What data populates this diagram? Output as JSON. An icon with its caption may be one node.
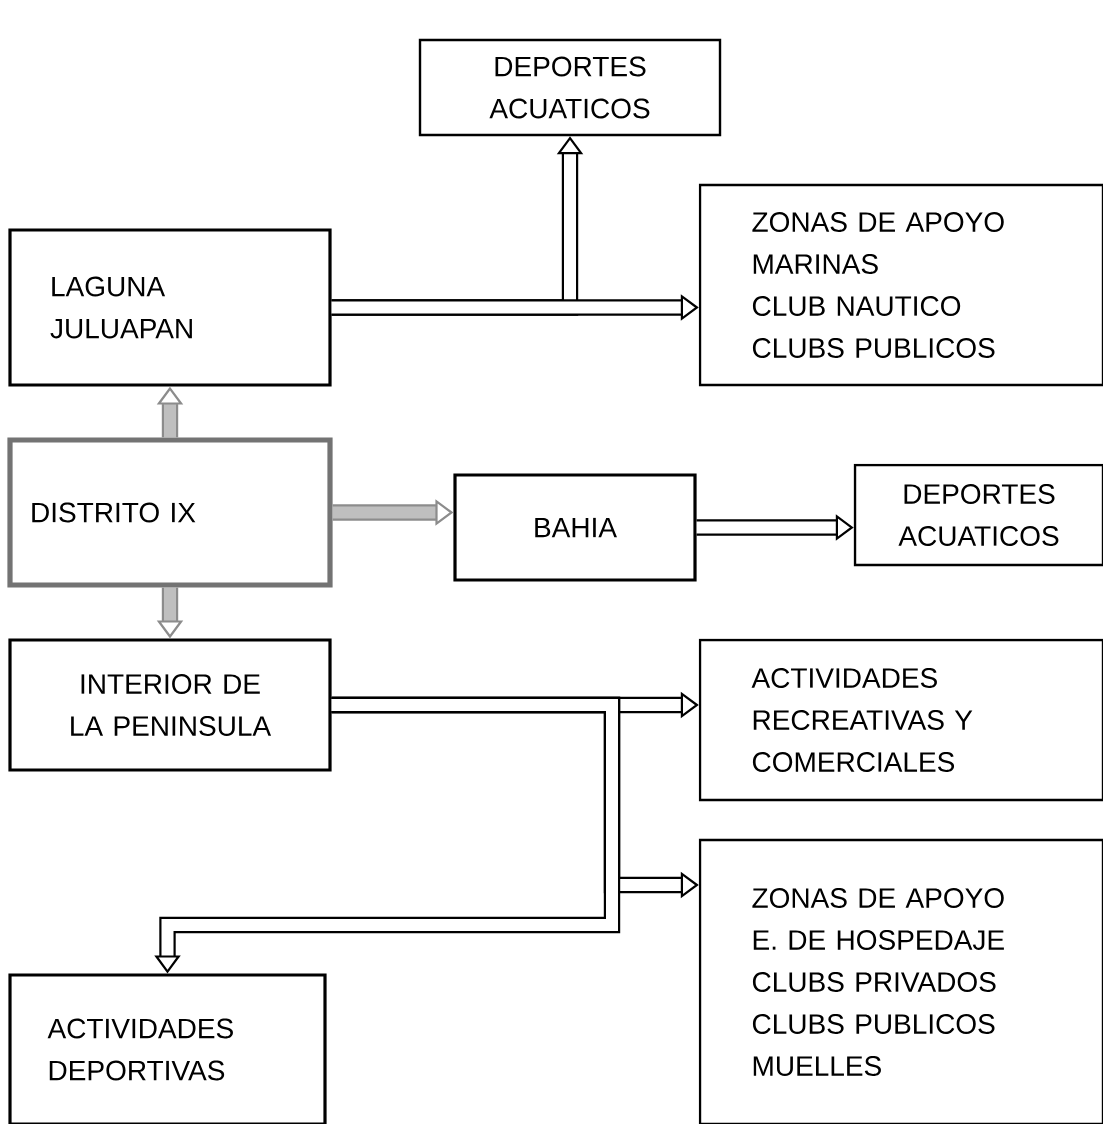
{
  "diagram": {
    "nodes": [
      {
        "text": [
          "DEPORTES ACUATICOS"
        ]
      },
      {
        "text": [
          "ZONAS DE APOYO",
          "MARINAS",
          "CLUB NAUTICO",
          "CLUBS PUBLICOS"
        ]
      },
      {
        "text": [
          "LAGUNA",
          "JULUAPAN"
        ]
      },
      {
        "text": [
          "DISTRITO  IX"
        ]
      },
      {
        "text": [
          "BAHIA"
        ]
      },
      {
        "text": [
          "DEPORTES ACUATICOS"
        ]
      },
      {
        "text": [
          "INTERIOR DE LA PENINSULA"
        ]
      },
      {
        "text": [
          "ACTIVIDADES",
          "RECREATIVAS Y COMERCIALES"
        ]
      },
      {
        "text": [
          "ZONAS DE APOYO",
          "E. DE HOSPEDAJE",
          "CLUBS PRIVADOS",
          "CLUBS PUBLICOS",
          "MUELLES"
        ]
      },
      {
        "text": [
          "ACTIVIDADES DEPORTIVAS"
        ]
      }
    ],
    "edges": [
      {
        "from": 2,
        "to": 0,
        "arrow": "to"
      },
      {
        "from": 2,
        "to": 1,
        "arrow": "to"
      },
      {
        "from": 3,
        "to": 2,
        "arrow": "to",
        "color": "#8c8c8c"
      },
      {
        "from": 3,
        "to": 4,
        "arrow": "to",
        "color": "#8c8c8c"
      },
      {
        "from": 4,
        "to": 5,
        "arrow": "to"
      },
      {
        "from": 3,
        "to": 6,
        "arrow": "to",
        "color": "#8c8c8c"
      },
      {
        "from": 6,
        "to": 7,
        "arrow": "to"
      },
      {
        "from": 6,
        "to": 8,
        "arrow": "to"
      },
      {
        "from": 6,
        "to": 9,
        "arrow": "to"
      }
    ]
  }
}
